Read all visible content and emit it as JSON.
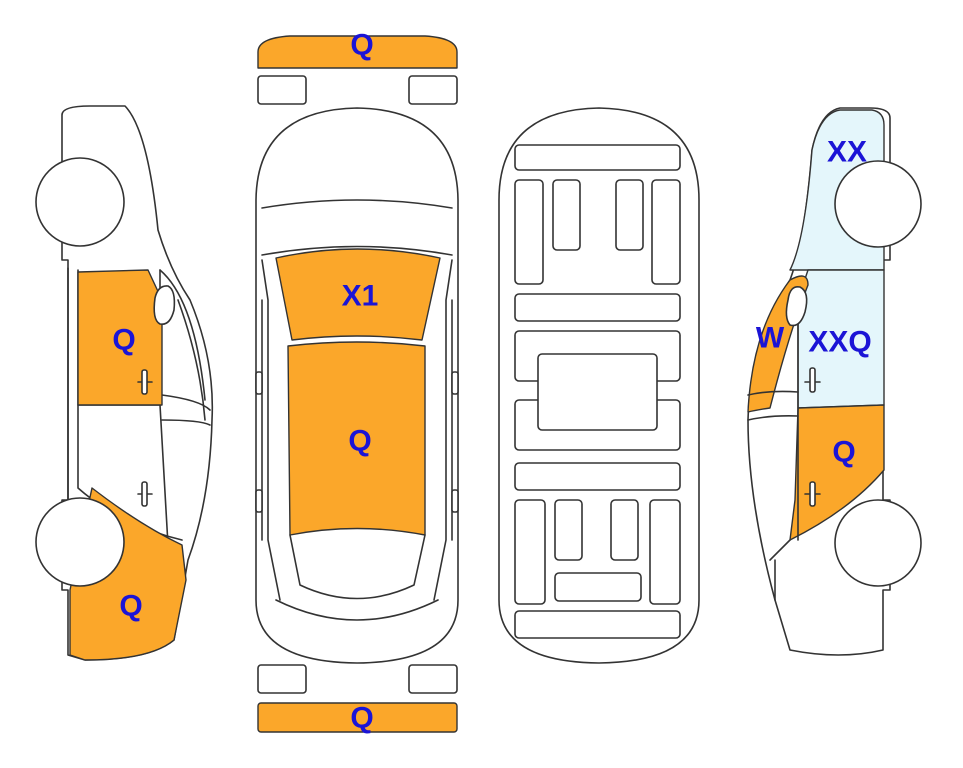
{
  "colors": {
    "damage_orange": "#FBA72A",
    "damage_lightblue": "#E4F6FB",
    "label_blue": "#1B14D6",
    "outline": "#333333"
  },
  "labels": {
    "front_bumper": "Q",
    "rear_bumper": "Q",
    "hood": "X1",
    "roof": "Q",
    "left_front_door": "Q",
    "left_rear_quarter": "Q",
    "right_rear_fender": "XX",
    "right_pillar": "W",
    "right_front_door": "XXQ",
    "right_rear_door": "Q"
  }
}
